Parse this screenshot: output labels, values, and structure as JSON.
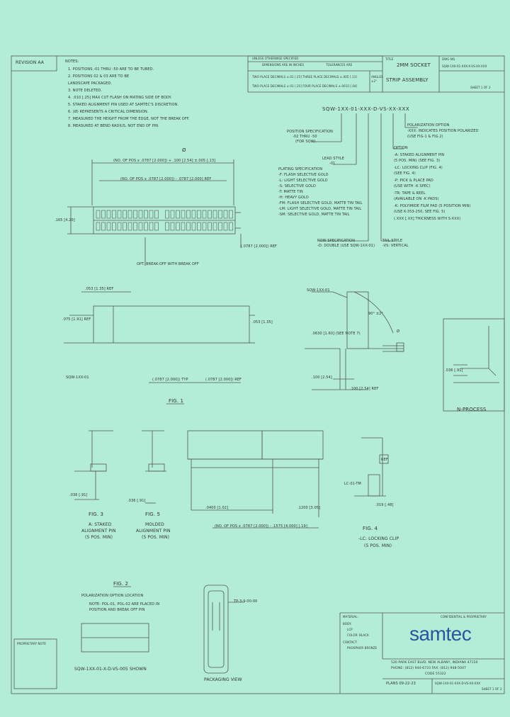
{
  "header": {
    "revision_label": "REVISION AA",
    "title_label": "TITLE",
    "title_line1": "2MM SOCKET",
    "title_line2": "STRIP ASSEMBLY",
    "dwg_no_label": "DWG NO.",
    "dwg_no": "SQW-1XX-01-XXX-X-VS-XX-XXX",
    "sheet": "SHEET 1 OF 2",
    "tolerance_header": "UNLESS OTHERWISE SPECIFIED",
    "tol_col1": "DIMENSIONS ARE IN INCHES",
    "tol_col2": "TOLERANCES ARE",
    "tol_row1": "TWO PLACE DECIMALS ±.01 [.25]   THREE PLACE DECIMALS ±.005 [.13]",
    "tol_row2": "TWO PLACE DECIMALS ±.01 [.25]   FOUR PLACE DECIMALS ±.0015 [.04]",
    "angles": "ANGLES ±2°"
  },
  "notes": {
    "title": "NOTES:",
    "items": [
      "1. POSITIONS -01 THRU -50 ARE TO BE TUBED.",
      "2. POSITIONS 02 & 03 ARE TO BE",
      "   LANDSCAPE PACKAGED.",
      "3. NOTE DELETED.",
      "4. .010 [.25] MAX CUT FLASH ON MATING SIDE OF BODY.",
      "5. STAKED ALIGNMENT PIN USED AT SAMTEC'S DISCRETION.",
      "6. (Ø) REPRESENTS A CRITICAL DIMENSION.",
      "7. MEASURED THE HEIGHT FROM THE EDGE, NOT THE BREAK OFF.",
      "8. MEASURED AT BEND RADIUS, NOT END OF PIN."
    ]
  },
  "part_number": {
    "string": "SQW-1XX-01-XXX-D-VS-XX-XXX",
    "position_spec": [
      "POSITION SPECIFICATION",
      "-02 THRU -50",
      "(FOR SQW)"
    ],
    "lead_style": [
      "LEAD STYLE",
      "-01"
    ],
    "plating_spec": [
      "PLATING SPECIFICATION",
      "-F: FLASH SELECTIVE GOLD",
      "-L: LIGHT SELECTIVE GOLD",
      "-S: SELECTIVE GOLD",
      "-T: MATTE TIN",
      "-H: HEAVY GOLD",
      "-FM: FLASH SELECTIVE GOLD, MATTE TIN TAIL",
      "-LM: LIGHT SELECTIVE GOLD, MATTE TIN TAIL",
      "-SM: SELECTIVE GOLD, MATTE TIN TAIL"
    ],
    "row_spec": [
      "ROW SPECIFICATION",
      "-D: DOUBLE (USE SQW-1XX-01)"
    ],
    "tail_style": [
      "TAIL STYLE",
      "-VS: VERTICAL"
    ],
    "option": [
      "OPTION",
      "-A: STAKED ALIGNMENT PIN",
      "(5 POS. MIN) (SEE FIG. 3)",
      "-LC: LOCKING CLIP (FIG. 4)",
      "(SEE FIG. 4)",
      "-P: PICK & PLACE PAD",
      "(USE WITH -K SPEC)",
      "-TR: TAPE & REEL",
      "(AVAILABLE ON -K PADS)",
      "-K: POLYIMIDE FILM PAD (5 POSITION MIN)",
      "(USE K-353-250, SEE FIG. 5)",
      "(.XXX [.XX] THICKNESS WITH S-XXX)"
    ],
    "polarization": [
      "POLARIZATION OPTION",
      "-XXX: INDICATES POSITION POLARIZED",
      "(USE FIG-1 & FIG.2)"
    ]
  },
  "dimensions": {
    "fig1_overall": "(NO. OF POS x .0787 [2.000]) + .100 [2.54] ±.005 [.13]",
    "fig1_pitch": "(NO. OF POS x .0787 [2.000]) - .0787 [2.000] REF",
    "fig1_height": ".165 [4.20]",
    "fig1_pin_pitch": "(.0787 [2.000]) REF",
    "fig1_opt_marker": "(.0787 [2.000]) TYP",
    "fig1_opt_note": "OPT. BREAK-OFF WITH BREAK OFF",
    "side_top": ".053 [1.35] REF",
    "side_left": ".075 [1.91] REF",
    "side_right": ".053 [1.35]",
    "side_bottom": "(.0787 [2.000]) TYP",
    "side_tail": "(.0787 [2.000]) REF",
    "section_label": "SQW-1XX-01",
    "angle": "90° ±2°",
    "mating_height": ".0630 [1.60] (SEE NOTE 7)",
    "tail_len": ".100 [2.54]",
    "body_h": ".100 [2.54] REF",
    "fig1_label": "FIG. 1",
    "critical": "Ø"
  },
  "process": {
    "label": "N-PROCESS",
    "dim": ".036 [.91]"
  },
  "figures": {
    "fig3_title": "FIG. 3",
    "fig3_sub": [
      "A: STAKED",
      "ALIGNMENT PIN",
      "(5 POS. MIN)"
    ],
    "fig3_dim": ".036 [.91]",
    "fig5_title": "FIG. 5",
    "fig5_sub": [
      "MOLDED",
      "ALIGNMENT PIN",
      "(5 POS. MIN)"
    ],
    "fig5_dim": ".036 [.91]",
    "fig4_title": "FIG. 4",
    "fig4_sub": [
      "-LC: LOCKING CLIP",
      "(5 POS. MIN)"
    ],
    "fig4_label": "LC-01-TM",
    "fig4_dim": ".019 [.48]",
    "fig4_top": "REF",
    "bottom_dim1": "(NO. OF POS x .0787 [2.000]) - .1575 [4.000] [.19]",
    "bottom_dim2": ".0400 [1.02]",
    "bottom_dim3": ".1200 [3.05]",
    "fig2_title": "FIG. 2",
    "fig2_sub": "POLARIZATION OPTION LOCATION",
    "fig2_note": [
      "NOTE: POL-01, POL-02 ARE PLACED IN",
      "POSITION AND BREAK OFF PIN"
    ],
    "fig2_example": "SQW-1XX-01-X-D-VS-005 SHOWN",
    "packaging": "PACKAGING VIEW",
    "packaging_label": "TP-3-9-00-00",
    "proprietary": "PROPRIETARY NOTE"
  },
  "title_block": {
    "material_label": "MATERIAL:",
    "body": "BODY:",
    "body_mat": "LCP",
    "color": "COLOR: BLACK",
    "contact": "CONTACT:",
    "contact_mat": "PHOSPHOR BRONZE",
    "company_note": "CONFIDENTIAL & PROPRIETARY",
    "logo": "samtec",
    "address1": "520 PARK EAST BLVD. NEW ALBANY, INDIANA 47150",
    "address2": "PHONE: (812) 944-6733  FAX: (812) 948-5047",
    "address3": "CODE 55322",
    "drawn": "PLANS 09-22-23",
    "dwg": "SQW-1XX-01-XXX-D-VS-XX-XXX",
    "sheet": "SHEET 1 OF 2"
  },
  "colors": {
    "background": "#b3edd5",
    "ink": "#333333",
    "logo": "#2a55a0"
  }
}
